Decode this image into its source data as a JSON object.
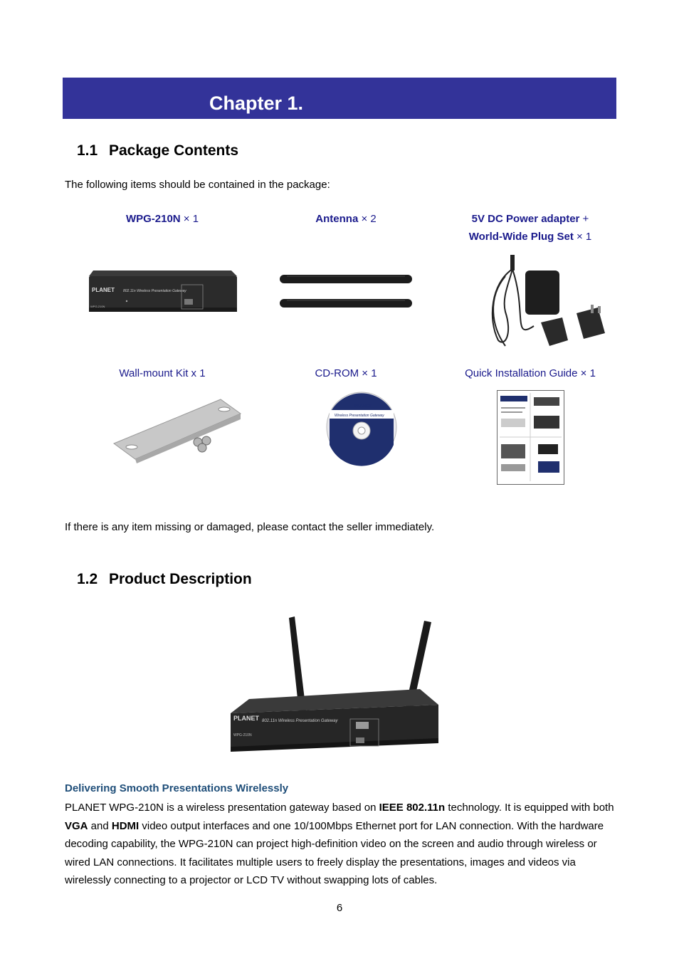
{
  "chapter": {
    "title": "Chapter 1."
  },
  "section1": {
    "number": "1.1",
    "title": "Package Contents",
    "intro": "The following items should be contained in the package:",
    "items": [
      {
        "name": "WPG-210N",
        "qty": " × 1"
      },
      {
        "name": "Antenna",
        "qty": " × 2"
      },
      {
        "name": "5V DC Power adapter",
        "qty": " +",
        "name2": "World-Wide Plug Set",
        "qty2": " × 1"
      },
      {
        "label": "Wall-mount Kit x 1"
      },
      {
        "label": "CD-ROM × 1"
      },
      {
        "label": "Quick Installation Guide × 1"
      }
    ],
    "missing_note": "If there is any item missing or damaged, please contact the seller immediately."
  },
  "section2": {
    "number": "1.2",
    "title": "Product Description",
    "subheading": "Delivering Smooth Presentations Wirelessly",
    "para": {
      "t1": "PLANET WPG-210N is a wireless presentation gateway based on ",
      "b1": "IEEE 802.11n",
      "t2": " technology. It is equipped with both ",
      "b2": "VGA",
      "t3": " and ",
      "b3": "HDMI",
      "t4": " video output interfaces and one 10/100Mbps Ethernet port for LAN connection. With the hardware decoding capability, the WPG-210N can project high-definition video on the screen and audio through wireless or wired LAN connections. It facilitates multiple users to freely display the presentations, images and videos via wirelessly connecting to a projector or LCD TV without swapping lots of cables."
    }
  },
  "device_labels": {
    "brand": "PLANET",
    "model_text": "802.11n Wireless Presentation Gateway",
    "model": "WPG-210N",
    "cd_title": "Wireless Presentation Gateway"
  },
  "page_number": "6"
}
